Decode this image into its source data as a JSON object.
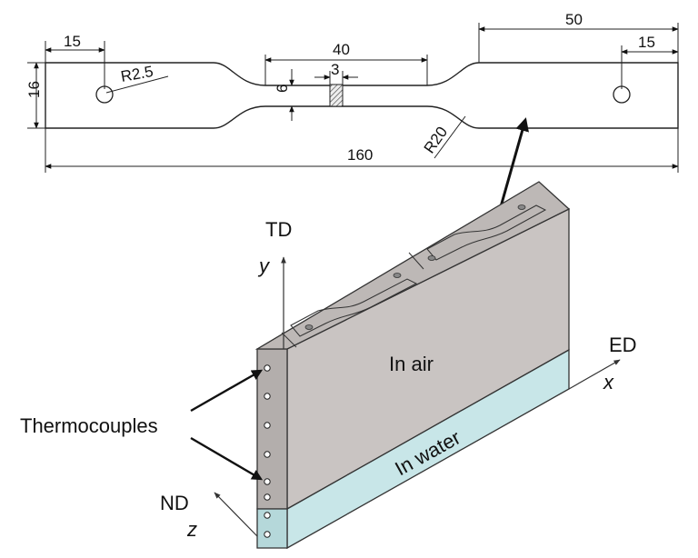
{
  "specimen": {
    "dimensions": {
      "overall_length": "160",
      "width": "16",
      "gauge_length": "40",
      "gauge_width": "6",
      "grip_length": "50",
      "hole_offset_left": "15",
      "hole_offset_right": "15",
      "hole_radius": "R2.5",
      "fillet_radius": "R20",
      "notch_width": "3"
    }
  },
  "plate": {
    "air_label": "In air",
    "water_label": "In water",
    "thermocouples_label": "Thermocouples"
  },
  "axes": {
    "td": "TD",
    "y": "y",
    "ed": "ED",
    "x": "x",
    "nd": "ND",
    "z": "z"
  },
  "colors": {
    "plate_face": "#c9c4c2",
    "plate_top": "#bdb8b6",
    "plate_side": "#b3aeac",
    "water": "#c8e6e8",
    "water_side": "#b5d8da"
  }
}
